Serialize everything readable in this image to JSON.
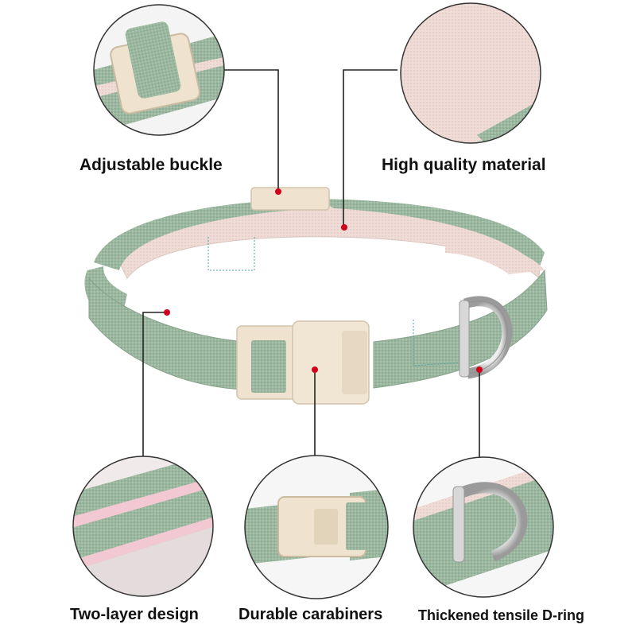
{
  "features": {
    "adjustable_buckle": "Adjustable buckle",
    "high_quality_material": "High quality material",
    "two_layer_design": "Two-layer design",
    "durable_carabiners": "Durable carabiners",
    "thickened_d_ring": "Thickened tensile D-ring"
  },
  "colors": {
    "collar_green": "#9bb79f",
    "lining_pink": "#efdcd6",
    "buckle_cream": "#efe3cf",
    "marker_red": "#d0021b",
    "leader_line": "#222222",
    "ring_metal": "#c9c9c9"
  }
}
